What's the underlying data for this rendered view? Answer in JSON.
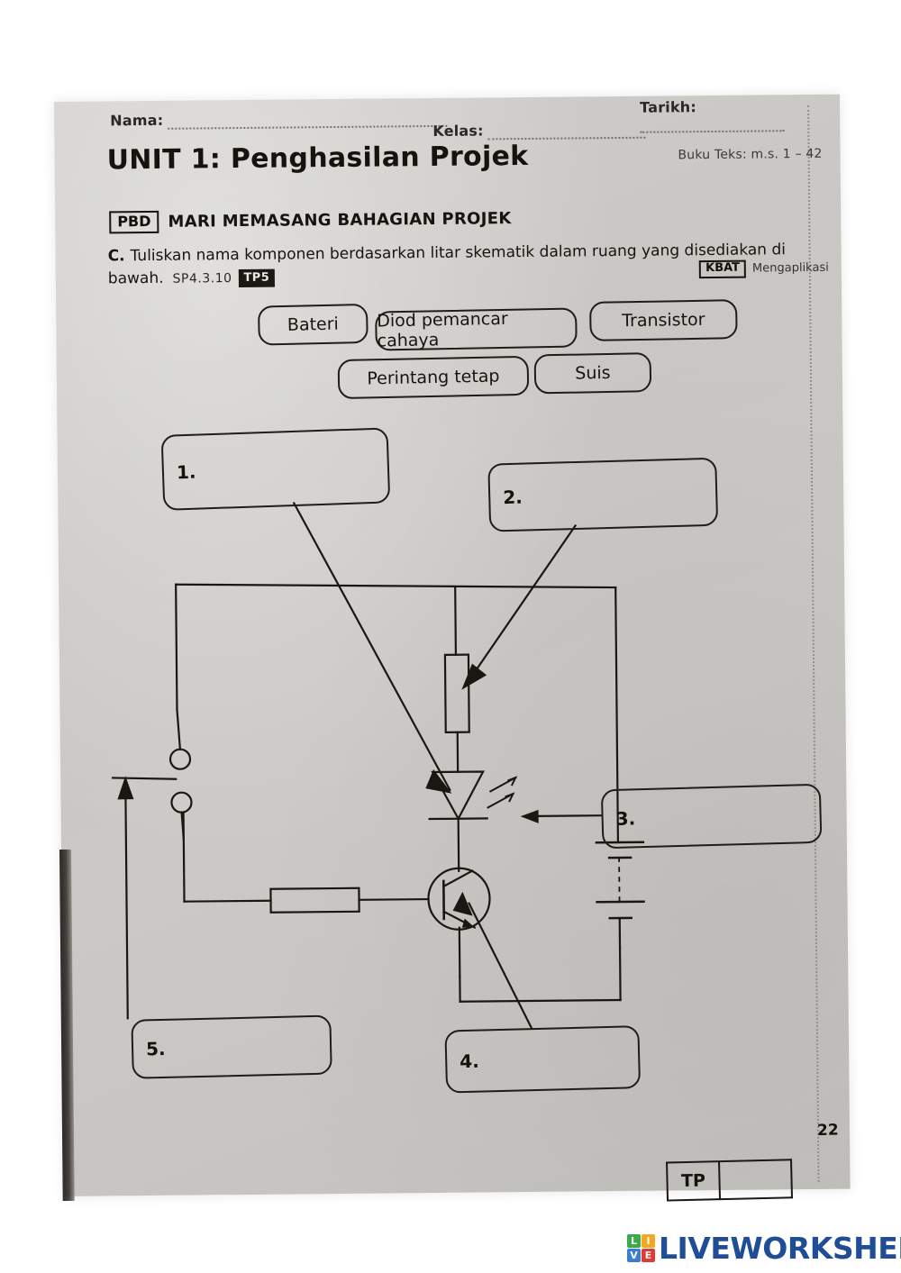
{
  "header": {
    "nama_label": "Nama:",
    "kelas_label": "Kelas:",
    "tarikh_label": "Tarikh:",
    "unit_title": "UNIT 1: Penghasilan Projek",
    "buku_teks": "Buku Teks: m.s. 1 – 42"
  },
  "section": {
    "pbd_badge": "PBD",
    "pbd_heading": "MARI MEMASANG BAHAGIAN PROJEK",
    "item_letter": "C.",
    "instruction": "Tuliskan nama komponen berdasarkan litar skematik dalam ruang yang disediakan di bawah.",
    "sp_code": "SP4.3.10",
    "tp_chip": "TP5",
    "kbat_badge": "KBAT",
    "kbat_label": "Mengaplikasi"
  },
  "word_bank": [
    {
      "id": "bateri",
      "label": "Bateri"
    },
    {
      "id": "diod",
      "label": "Diod pemancar cahaya"
    },
    {
      "id": "transistor",
      "label": "Transistor"
    },
    {
      "id": "perintang",
      "label": "Perintang tetap"
    },
    {
      "id": "suis",
      "label": "Suis"
    }
  ],
  "answer_boxes": [
    {
      "number": "1.",
      "value": "",
      "points_to": "led-symbol"
    },
    {
      "number": "2.",
      "value": "",
      "points_to": "vertical-resistor-symbol"
    },
    {
      "number": "3.",
      "value": "",
      "points_to": "battery-symbol"
    },
    {
      "number": "4.",
      "value": "",
      "points_to": "transistor-symbol"
    },
    {
      "number": "5.",
      "value": "",
      "points_to": "switch-symbol"
    }
  ],
  "circuit": {
    "components": [
      "switch-symbol",
      "vertical-resistor-symbol",
      "led-symbol",
      "transistor-symbol",
      "horizontal-resistor-symbol",
      "battery-symbol"
    ]
  },
  "footer": {
    "page_number": "22",
    "tp_table_label": "TP",
    "tp_table_value": ""
  },
  "logo": {
    "tiles": [
      {
        "letter": "L",
        "color": "#3aab4a"
      },
      {
        "letter": "I",
        "color": "#f5a623"
      },
      {
        "letter": "V",
        "color": "#3d7dd1"
      },
      {
        "letter": "E",
        "color": "#e03a32"
      }
    ],
    "wordmark": "LIVEWORKSHEETS",
    "wordmark_color": "#1f4e96"
  }
}
